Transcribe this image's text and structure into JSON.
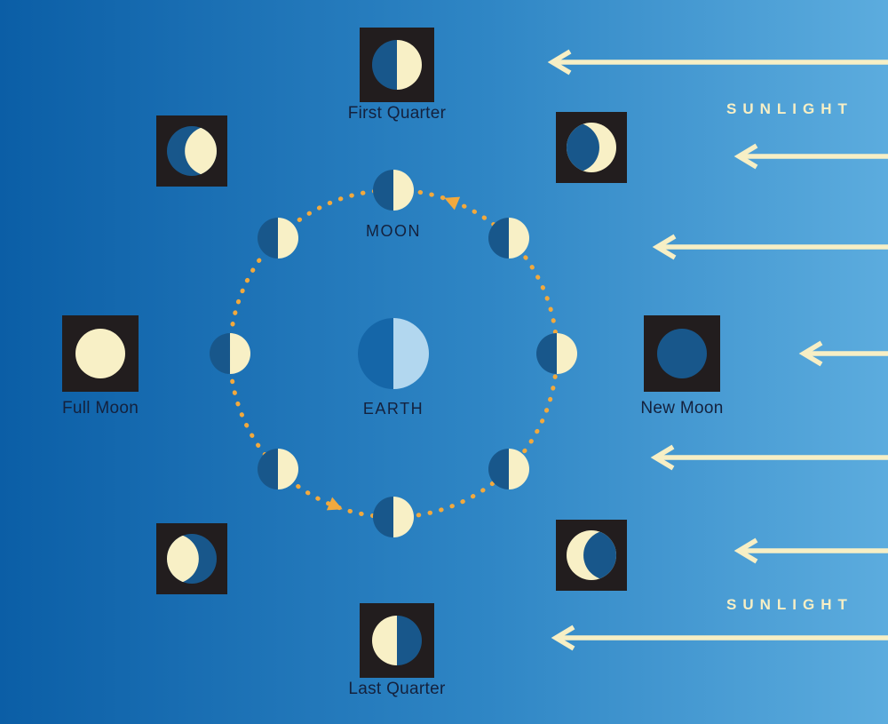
{
  "diagram": {
    "labels": {
      "moon": "MOON",
      "earth": "EARTH",
      "sunlight_top": "SUNLIGHT",
      "sunlight_bottom": "SUNLIGHT"
    },
    "phases": [
      {
        "name": "first-quarter",
        "label": "First Quarter"
      },
      {
        "name": "waxing-gibbous",
        "label": ""
      },
      {
        "name": "full-moon",
        "label": "Full Moon"
      },
      {
        "name": "waning-gibbous",
        "label": ""
      },
      {
        "name": "last-quarter",
        "label": "Last Quarter"
      },
      {
        "name": "waning-crescent",
        "label": ""
      },
      {
        "name": "new-moon",
        "label": "New Moon"
      },
      {
        "name": "waxing-crescent",
        "label": ""
      }
    ],
    "orbit": {
      "style": "dotted",
      "direction": "counterclockwise",
      "color": "#f2a93d"
    },
    "sunlight": {
      "arrow_count": 7,
      "color": "#f7efc5"
    },
    "colors": {
      "background_left": "#0b5ea6",
      "background_right": "#5cacde",
      "moon_lit": "#f8f0c6",
      "moon_shadow": "#18578b",
      "square": "#221d1e",
      "earth_lit": "#b2d7ef",
      "earth_shadow": "#1566a8",
      "label_text": "#14213d"
    }
  }
}
